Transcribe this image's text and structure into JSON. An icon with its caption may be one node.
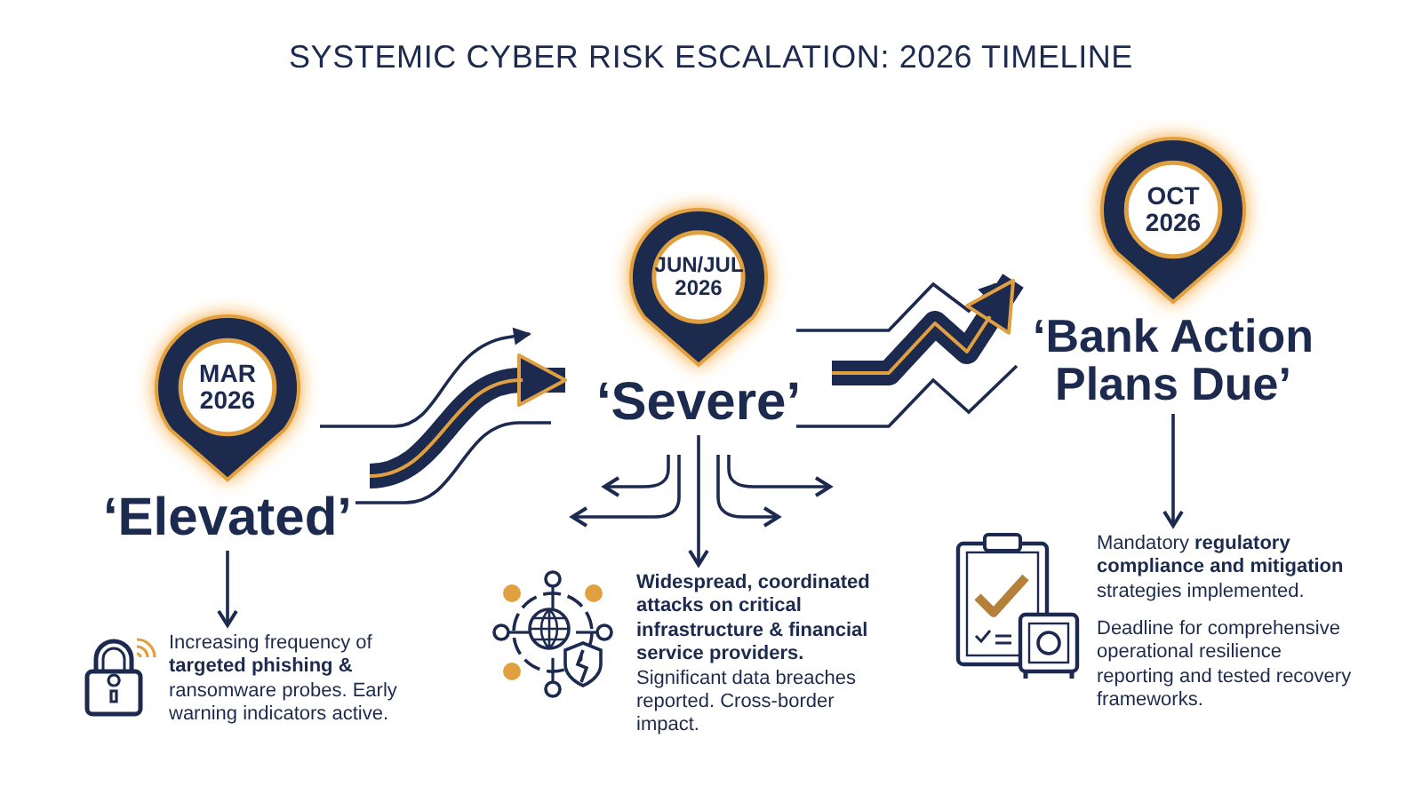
{
  "diagram": {
    "title": "SYSTEMIC CYBER RISK ESCALATION: 2026 TIMELINE",
    "nodes": [
      {
        "text": [
          "MAR 2026",
          "‘Elevated’"
        ]
      },
      {
        "text": [
          "Increasing frequency of **targeted phishing &** ransomware probes. Early warning indicators active."
        ]
      },
      {
        "text": [
          "JUN/JUL 2026",
          "‘Severe’"
        ]
      },
      {
        "text": [
          "**Widespread, coordinated attacks on critical infrastructure & financial service providers.** Significant data breaches reported. Cross-border impact."
        ]
      },
      {
        "text": [
          "OCT 2026",
          "‘Bank Action Plans Due’"
        ]
      },
      {
        "text": [
          "Mandatory **regulatory compliance and mitigation** strategies implemented.",
          "Deadline for comprehensive operational resilience reporting and tested recovery frameworks."
        ]
      }
    ],
    "edges": [
      {
        "from": 0,
        "to": 2,
        "arrow": "to",
        "style": "thick"
      },
      {
        "from": 2,
        "to": 4,
        "arrow": "to",
        "style": "thick"
      },
      {
        "from": 0,
        "to": 1,
        "arrow": "to"
      },
      {
        "from": 2,
        "to": 3,
        "arrow": "to"
      },
      {
        "from": 4,
        "to": 5,
        "arrow": "to"
      }
    ]
  }
}
